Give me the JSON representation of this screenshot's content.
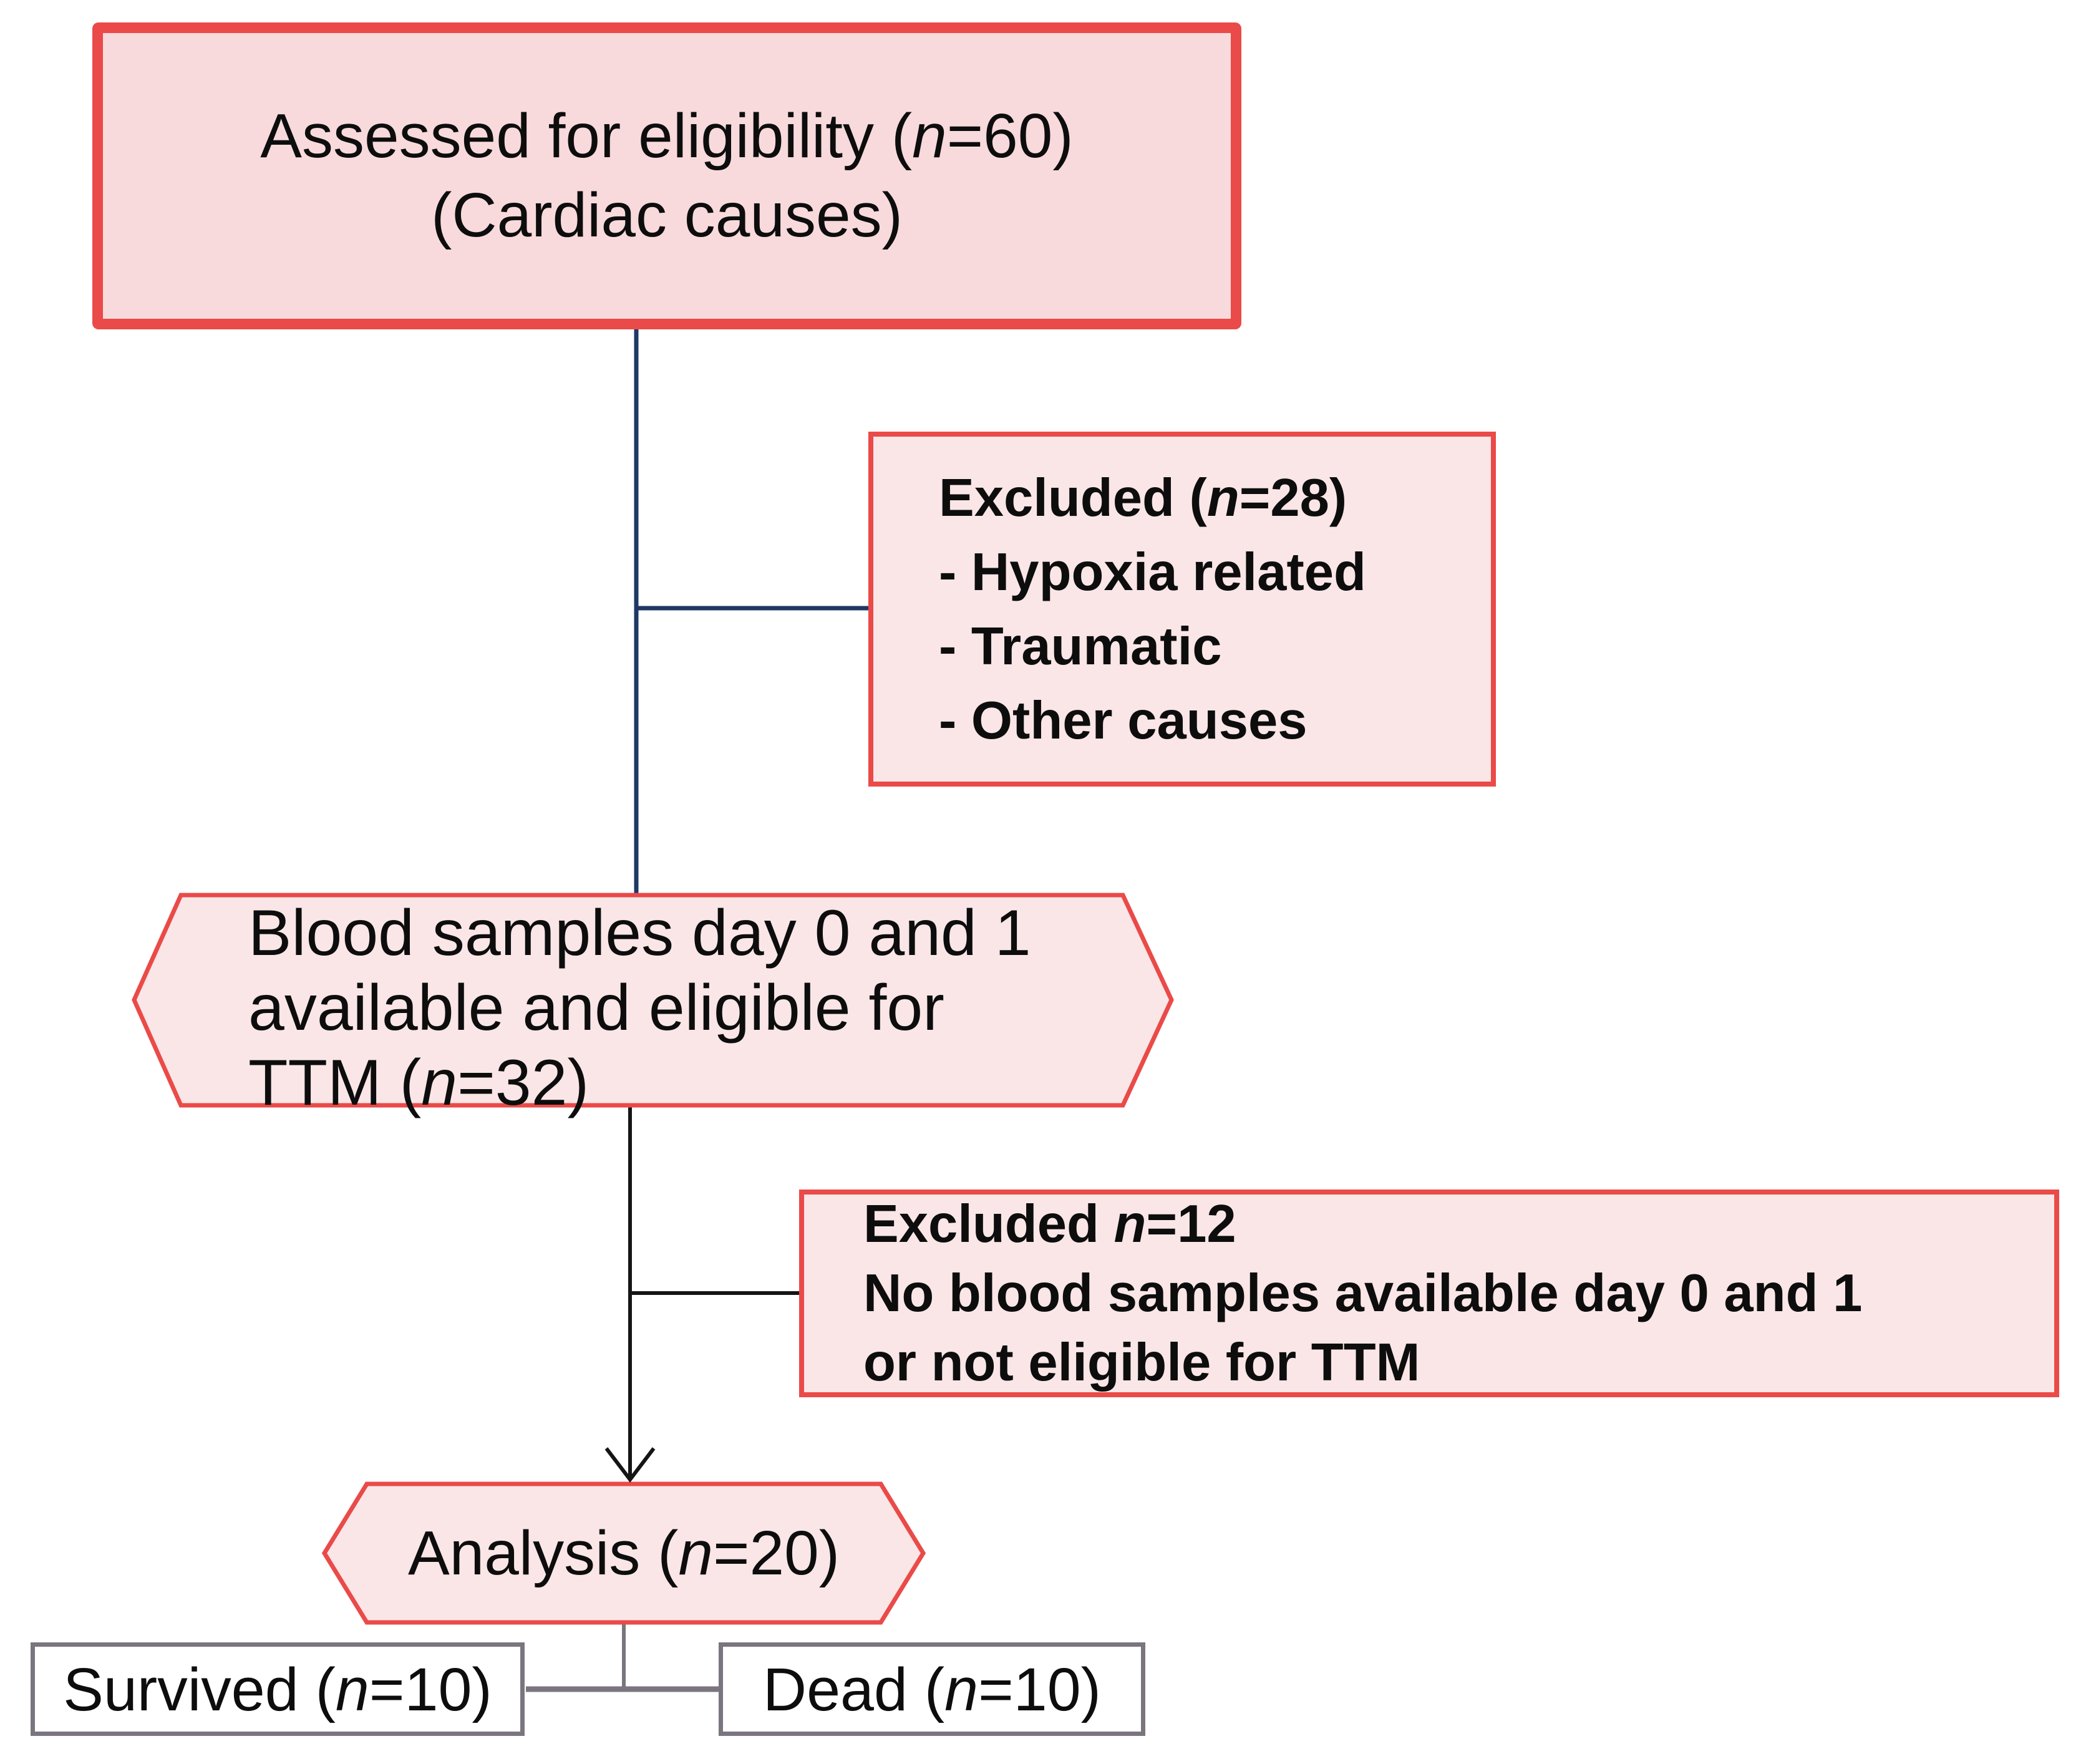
{
  "colors": {
    "red_border": "#ea4a48",
    "pink_fill_dark": "#f8dadc",
    "pink_fill_light": "#fae6e7",
    "navy_line": "#1f3864",
    "black_line": "#151515",
    "gray_line": "#7b757f",
    "text": "#0d0d0d",
    "background": "#ffffff"
  },
  "assessed_box": {
    "line1": {
      "pre": "Assessed for eligibility (",
      "n": "n",
      "post": "=60)"
    },
    "line2": "(Cardiac causes)"
  },
  "excluded_box_1": {
    "line1": {
      "pre": "Excluded (",
      "n": "n",
      "post": "=28)"
    },
    "item1": "- Hypoxia related",
    "item2": "- Traumatic",
    "item3": "- Other causes"
  },
  "blood_samples_hex": {
    "line1": "Blood samples day 0 and 1",
    "line2": "available and eligible for",
    "line3": {
      "pre": "TTM (",
      "n": "n",
      "post": "=32)"
    }
  },
  "excluded_box_2": {
    "line1": {
      "pre": "Excluded ",
      "n": "n",
      "post": "=12"
    },
    "line2": "No blood samples available day 0 and 1",
    "line3": "or not eligible for TTM"
  },
  "analysis_hex": {
    "line1": {
      "pre": "Analysis (",
      "n": "n",
      "post": "=20)"
    }
  },
  "survived_box": {
    "line1": {
      "pre": "Survived (",
      "n": "n",
      "post": "=10)"
    }
  },
  "dead_box": {
    "line1": {
      "pre": "Dead (",
      "n": "n",
      "post": "=10)"
    }
  }
}
